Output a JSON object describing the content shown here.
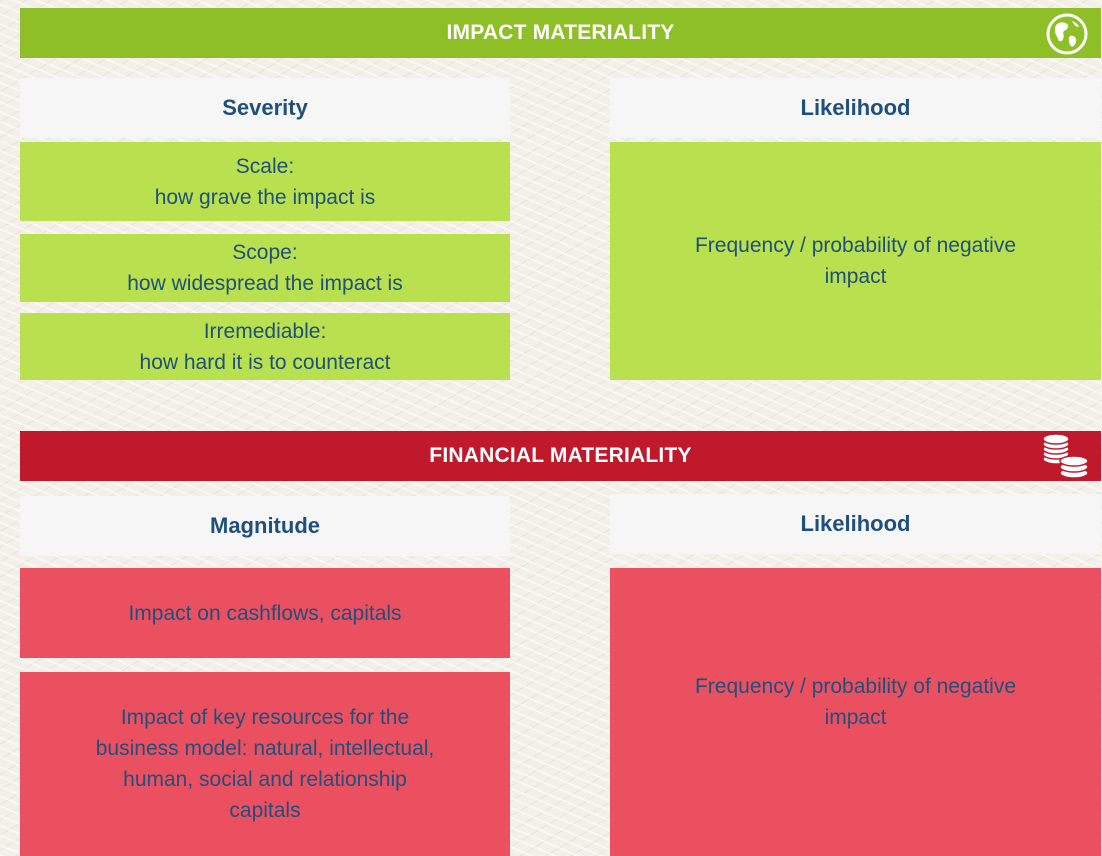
{
  "impact": {
    "title": "IMPACT MATERIALITY",
    "icon": "globe-icon",
    "color": "#8fbf26",
    "box_color": "#b9e04e",
    "severity": {
      "heading": "Severity",
      "items": [
        {
          "line1": "Scale:",
          "line2": "how grave the impact is"
        },
        {
          "line1": "Scope:",
          "line2": "how widespread the impact is"
        },
        {
          "line1": "Irremediable:",
          "line2": "how hard it is to counteract"
        }
      ]
    },
    "likelihood": {
      "heading": "Likelihood",
      "line1": "Frequency / probability of negative",
      "line2": "impact"
    }
  },
  "financial": {
    "title": "FINANCIAL MATERIALITY",
    "icon": "coins-icon",
    "color": "#c0192c",
    "box_color": "#eb5060",
    "magnitude": {
      "heading": "Magnitude",
      "items": [
        {
          "lines": [
            "Impact on cashflows, capitals"
          ]
        },
        {
          "lines": [
            "Impact of key resources for the",
            "business model: natural, intellectual,",
            "human, social and relationship",
            "capitals"
          ]
        }
      ]
    },
    "likelihood": {
      "heading": "Likelihood",
      "line1": "Frequency / probability of negative",
      "line2": "impact"
    }
  }
}
